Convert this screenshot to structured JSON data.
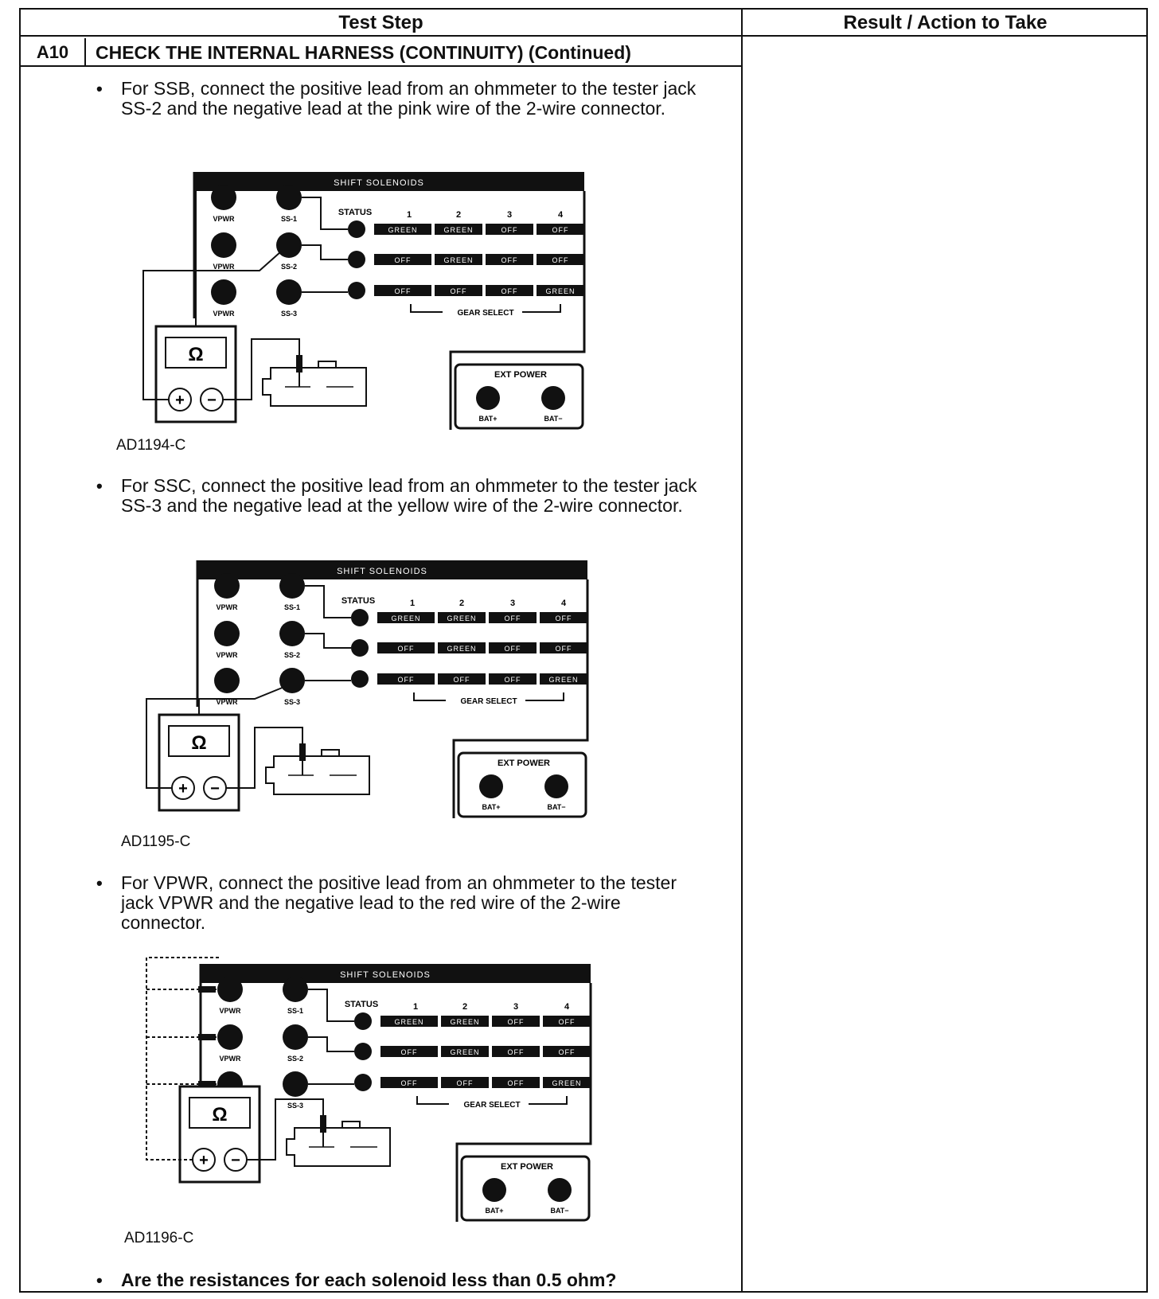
{
  "table": {
    "header_test_step": "Test Step",
    "header_result": "Result / Action to Take",
    "step_id": "A10",
    "step_title": "CHECK THE INTERNAL HARNESS (CONTINUITY) (Continued)"
  },
  "instructions": [
    {
      "bullet": "•",
      "text": "For SSB, connect the positive lead from an ohmmeter to the tester jack SS-2 and the negative lead at the pink wire of the 2-wire connector.",
      "figure_id": "AD1194-C"
    },
    {
      "bullet": "•",
      "text": "For SSC, connect the positive lead from an ohmmeter to the tester jack SS-3 and the negative lead at the yellow wire of the 2-wire connector.",
      "figure_id": "AD1195-C"
    },
    {
      "bullet": "•",
      "text": "For VPWR, connect the positive lead from an ohmmeter to the tester jack VPWR and the negative lead to the red wire of the 2-wire connector.",
      "figure_id": "AD1196-C"
    }
  ],
  "question": {
    "bullet": "•",
    "text": "Are the resistances for each solenoid less than 0.5 ohm?"
  },
  "diagram_labels": {
    "panel_title": "SHIFT SOLENOIDS",
    "status": "STATUS",
    "gear_numbers": [
      "1",
      "2",
      "3",
      "4"
    ],
    "vpwr": "VPWR",
    "ss": [
      "SS-1",
      "SS-2",
      "SS-3"
    ],
    "status_rows": [
      [
        "GREEN",
        "GREEN",
        "OFF",
        "OFF"
      ],
      [
        "OFF",
        "GREEN",
        "OFF",
        "OFF"
      ],
      [
        "OFF",
        "OFF",
        "OFF",
        "GREEN"
      ]
    ],
    "gear_select": "GEAR SELECT",
    "ext_power": "EXT POWER",
    "bat_plus": "BAT+",
    "bat_minus": "BAT−",
    "ohm_symbol": "Ω",
    "plus_symbol": "+",
    "minus_symbol": "−"
  }
}
